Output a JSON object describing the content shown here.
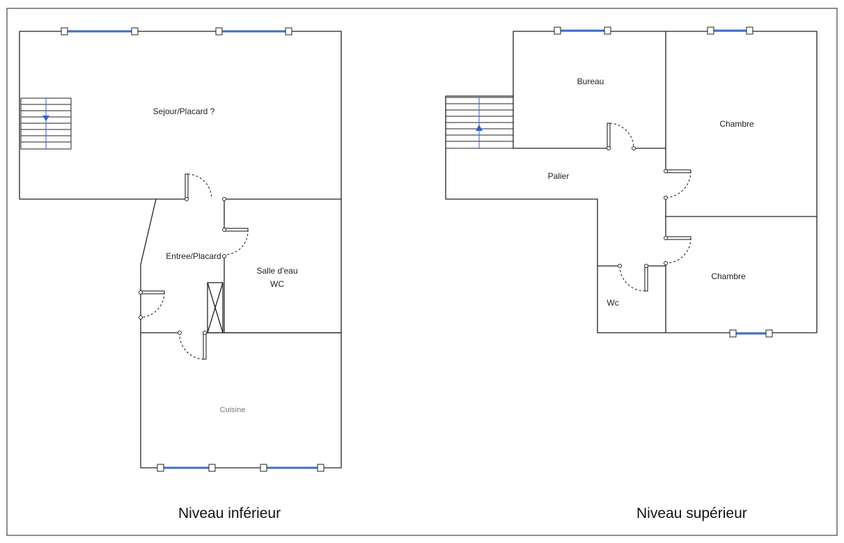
{
  "plans": {
    "lower": {
      "caption": "Niveau inférieur",
      "rooms": {
        "sejour": "Sejour/Placard ?",
        "entree": "Entree/Placard",
        "salle_eau": "Salle d'eau",
        "wc": "WC",
        "cuisine": "Cuisine"
      }
    },
    "upper": {
      "caption": "Niveau supérieur",
      "rooms": {
        "bureau": "Bureau",
        "chambre1": "Chambre",
        "palier": "Palier",
        "chambre2": "Chambre",
        "wc": "Wc"
      }
    }
  },
  "colors": {
    "wall": "#222222",
    "window": "#3f6fc8",
    "stair_marker": "#2f5fd0",
    "frame_border": "#333333"
  }
}
